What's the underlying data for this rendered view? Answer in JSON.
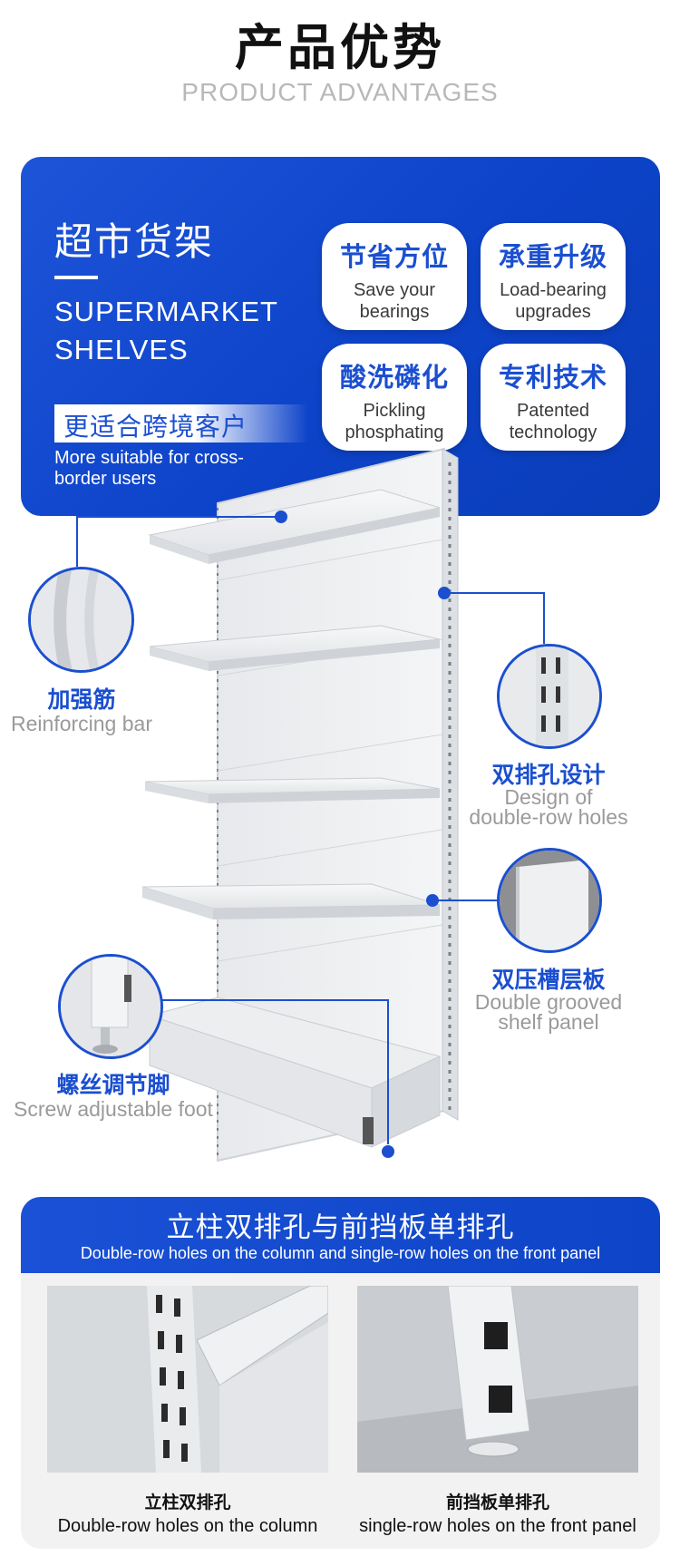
{
  "header": {
    "title_cn": "产品优势",
    "title_en": "PRODUCT ADVANTAGES"
  },
  "hero": {
    "title_cn": "超市货架",
    "title_en": "SUPERMARKET SHELVES",
    "subtitle_cn": "更适合跨境客户",
    "subtitle_en": "More suitable for cross-border users",
    "features": [
      {
        "cn": "节省方位",
        "en": "Save your bearings"
      },
      {
        "cn": "承重升级",
        "en": "Load-bearing upgrades"
      },
      {
        "cn": "酸洗磷化",
        "en": "Pickling phosphating"
      },
      {
        "cn": "专利技术",
        "en": "Patented technology"
      }
    ]
  },
  "callouts": {
    "reinforcing": {
      "cn": "加强筋",
      "en": "Reinforcing bar"
    },
    "holes": {
      "cn": "双排孔设计",
      "en": "Design of double-row holes"
    },
    "grooved": {
      "cn": "双压槽层板",
      "en": "Double grooved shelf panel"
    },
    "foot": {
      "cn": "螺丝调节脚",
      "en": "Screw adjustable foot"
    }
  },
  "bottom": {
    "title_cn": "立柱双排孔与前挡板单排孔",
    "title_en": "Double-row holes on the column and single-row holes on the front panel",
    "photos": [
      {
        "cn": "立柱双排孔",
        "en": "Double-row holes on the column"
      },
      {
        "cn": "前挡板单排孔",
        "en": "single-row holes on the front panel"
      }
    ]
  },
  "colors": {
    "brand_blue": "#1b4fd0",
    "panel_blue": "#0d43c9",
    "caption_gray": "#9a9a9a"
  }
}
